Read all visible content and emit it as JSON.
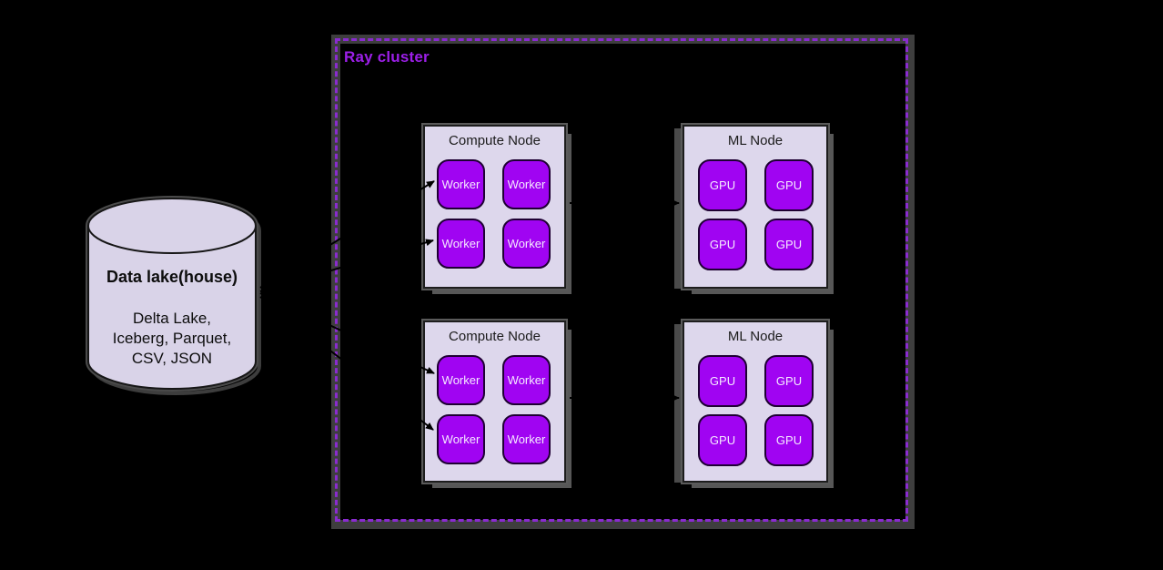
{
  "diagram": {
    "cluster": {
      "label": "Ray cluster"
    },
    "data_lake": {
      "title": "Data lake(house)",
      "lines": [
        "Delta Lake,",
        "Iceberg, Parquet,",
        "CSV, JSON"
      ]
    },
    "nodes": [
      {
        "title": "Compute Node",
        "units": [
          "Worker",
          "Worker",
          "Worker",
          "Worker"
        ]
      },
      {
        "title": "ML Node",
        "units": [
          "GPU",
          "GPU",
          "GPU",
          "GPU"
        ]
      },
      {
        "title": "Compute Node",
        "units": [
          "Worker",
          "Worker",
          "Worker",
          "Worker"
        ]
      },
      {
        "title": "ML Node",
        "units": [
          "GPU",
          "GPU",
          "GPU",
          "GPU"
        ]
      }
    ],
    "colors": {
      "background": "#000000",
      "cluster_border": "#8a2bd0",
      "cluster_label": "#9c1fe8",
      "node_fill": "#ddd7ec",
      "unit_fill": "#a004f2",
      "unit_text": "#f5e9ff",
      "cylinder_fill": "#d9d3e8",
      "shadow_gray": "#575757"
    }
  }
}
